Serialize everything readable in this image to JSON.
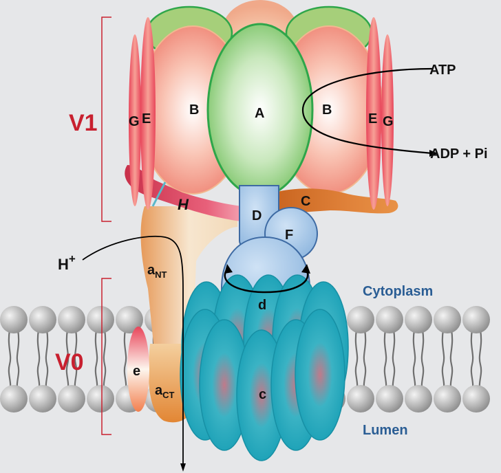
{
  "labels": {
    "v1": "V1",
    "v0": "V0",
    "A": "A",
    "B_left": "B",
    "B_right": "B",
    "E_left": "E",
    "E_right": "E",
    "G_left": "G",
    "G_right": "G",
    "H": "H",
    "C": "C",
    "D": "D",
    "F": "F",
    "d": "d",
    "e": "e",
    "c": "c",
    "a_nt_base": "a",
    "a_nt_sub": "NT",
    "a_ct_base": "a",
    "a_ct_sub": "CT",
    "h_base": "H",
    "h_sup": "+",
    "atp": "ATP",
    "adp": "ADP + Pi",
    "cytoplasm": "Cytoplasm",
    "lumen": "Lumen"
  },
  "colors": {
    "background": "#e6e7e9",
    "domain_label": "#c8202f",
    "region_label": "#2a5d94",
    "bracket": "#c8202f",
    "subunit_A": "#8fce7e",
    "subunit_B": "#f08a78",
    "subunit_c": "#2bb2c4",
    "subunit_d": "#9ec3e6",
    "subunit_C": "#d9772f",
    "subunit_H": "#e0506a"
  }
}
